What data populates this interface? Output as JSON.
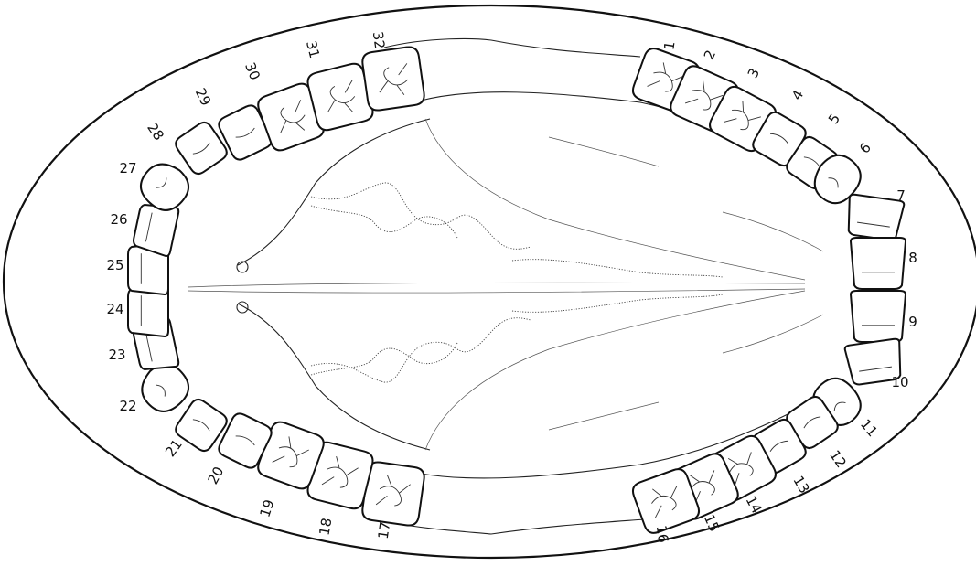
{
  "diagram": {
    "type": "dental-arch-occlusal-view",
    "colors": {
      "ink": "#111111",
      "background": "#ffffff"
    },
    "tooth_numbers": [
      "1",
      "2",
      "3",
      "4",
      "5",
      "6",
      "7",
      "8",
      "9",
      "10",
      "11",
      "12",
      "13",
      "14",
      "15",
      "16",
      "17",
      "18",
      "19",
      "20",
      "21",
      "22",
      "23",
      "24",
      "25",
      "26",
      "27",
      "28",
      "29",
      "30",
      "31",
      "32"
    ]
  }
}
